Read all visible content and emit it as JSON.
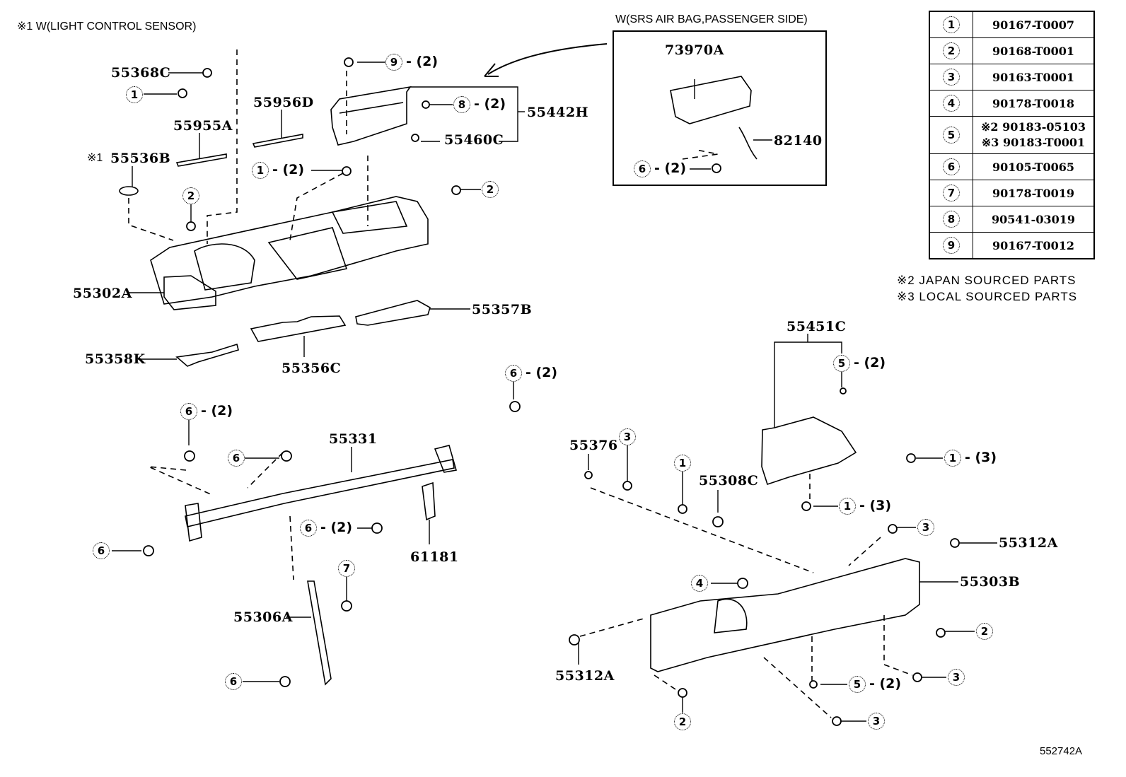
{
  "diagram": {
    "code": "552742A",
    "notes": {
      "light_sensor": "※1  W(LIGHT CONTROL SENSOR)",
      "airbag_inset_title": "W(SRS AIR BAG,PASSENGER SIDE)",
      "japan": "※2 JAPAN SOURCED PARTS",
      "local": "※3 LOCAL SOURCED PARTS",
      "mark1": "※1"
    },
    "parts_table": [
      {
        "ref": "1",
        "parts": [
          "90167-T0007"
        ]
      },
      {
        "ref": "2",
        "parts": [
          "90168-T0001"
        ]
      },
      {
        "ref": "3",
        "parts": [
          "90163-T0001"
        ]
      },
      {
        "ref": "4",
        "parts": [
          "90178-T0018"
        ]
      },
      {
        "ref": "5",
        "parts": [
          "※2 90183-05103",
          "※3 90183-T0001"
        ]
      },
      {
        "ref": "6",
        "parts": [
          "90105-T0065"
        ]
      },
      {
        "ref": "7",
        "parts": [
          "90178-T0019"
        ]
      },
      {
        "ref": "8",
        "parts": [
          "90541-03019"
        ]
      },
      {
        "ref": "9",
        "parts": [
          "90167-T0012"
        ]
      }
    ],
    "part_labels": {
      "p55368C": "55368C",
      "p55956D": "55956D",
      "p55955A": "55955A",
      "p55536B": "55536B",
      "p55442H": "55442H",
      "p55460C": "55460C",
      "p73970A": "73970A",
      "p82140": "82140",
      "p55302A": "55302A",
      "p55357B": "55357B",
      "p55358K": "55358K",
      "p55356C": "55356C",
      "p55331": "55331",
      "p61181": "61181",
      "p55306A": "55306A",
      "p55451C": "55451C",
      "p55376": "55376",
      "p55308C": "55308C",
      "p55312A_right": "55312A",
      "p55303B": "55303B",
      "p55312A_left": "55312A"
    },
    "callouts": [
      {
        "id": "c1",
        "ref": "1",
        "qty": ""
      },
      {
        "id": "c2",
        "ref": "9",
        "qty": "- (2)"
      },
      {
        "id": "c3",
        "ref": "8",
        "qty": "- (2)"
      },
      {
        "id": "c4",
        "ref": "1",
        "qty": "- (2)"
      },
      {
        "id": "c5",
        "ref": "2",
        "qty": ""
      },
      {
        "id": "c6",
        "ref": "2",
        "qty": ""
      },
      {
        "id": "c7",
        "ref": "6",
        "qty": "- (2)"
      },
      {
        "id": "c8",
        "ref": "6",
        "qty": "- (2)"
      },
      {
        "id": "c9",
        "ref": "6",
        "qty": "- (2)"
      },
      {
        "id": "c10",
        "ref": "6",
        "qty": ""
      },
      {
        "id": "c11",
        "ref": "6",
        "qty": "- (2)"
      },
      {
        "id": "c12",
        "ref": "6",
        "qty": ""
      },
      {
        "id": "c13",
        "ref": "7",
        "qty": ""
      },
      {
        "id": "c14",
        "ref": "6",
        "qty": ""
      },
      {
        "id": "c15",
        "ref": "5",
        "qty": "- (2)"
      },
      {
        "id": "c16",
        "ref": "3",
        "qty": ""
      },
      {
        "id": "c17",
        "ref": "1",
        "qty": "- (3)"
      },
      {
        "id": "c18",
        "ref": "1",
        "qty": ""
      },
      {
        "id": "c19",
        "ref": "1",
        "qty": "- (3)"
      },
      {
        "id": "c20",
        "ref": "3",
        "qty": ""
      },
      {
        "id": "c21",
        "ref": "4",
        "qty": ""
      },
      {
        "id": "c22",
        "ref": "2",
        "qty": ""
      },
      {
        "id": "c23",
        "ref": "3",
        "qty": ""
      },
      {
        "id": "c24",
        "ref": "5",
        "qty": "- (2)"
      },
      {
        "id": "c25",
        "ref": "2",
        "qty": ""
      },
      {
        "id": "c26",
        "ref": "3",
        "qty": ""
      }
    ]
  }
}
